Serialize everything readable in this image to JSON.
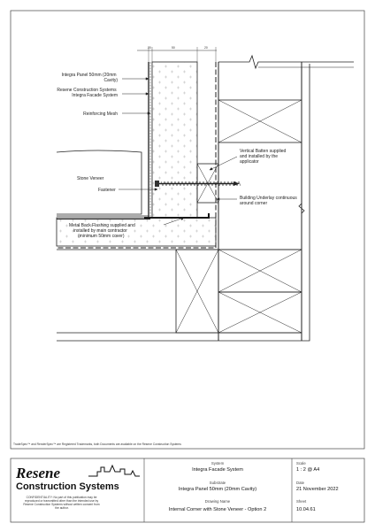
{
  "labels": {
    "integra_panel": [
      "Integra Panel 50mm (20mm",
      "Cavity)"
    ],
    "resene_system": [
      "Resene Construction Systems",
      "Integra Facade System"
    ],
    "reinforcing_mesh": "Reinforcing Mesh",
    "stone_veneer": "Stone Veneer",
    "fastener": "Fastener",
    "vertical_batten": [
      "Vertical Batten supplied",
      "and installed by the",
      "applicator"
    ],
    "building_underlay": [
      "Building Underlay continuous",
      "around corner"
    ],
    "flashing": [
      "Metal Back Flashing supplied and",
      "installed by main contractor",
      "(minimum 50mm cover)"
    ]
  },
  "dimensions": [
    "20",
    "50",
    "20"
  ],
  "trademark_note": "TradeSpec™ and RenderSpec™ are Registered Trademarks, both Documents are available on the Resene Construction Systems",
  "title_block": {
    "logo_word": "Resene",
    "logo_sub": "Construction Systems",
    "confidentiality": [
      "CONFIDENTIALITY: No part of this publication may be",
      "reproduced or transmitted other than the intended use by",
      "Resene Construction Systems without written consent from",
      "the author."
    ],
    "system_label": "System",
    "system_value": "Integra Facade System",
    "substrate_label": "Substrate",
    "substrate_value": "Integra Panel 50mm (20mm Cavity)",
    "drawing_name_label": "Drawing Name",
    "drawing_name_value": "Internal Corner with Stone Veneer - Option 2",
    "scale_label": "Scale",
    "scale_value": "1 : 2 @ A4",
    "date_label": "Date",
    "date_value": "21 November 2022",
    "sheet_label": "Sheet",
    "sheet_value": "10.04.61"
  }
}
